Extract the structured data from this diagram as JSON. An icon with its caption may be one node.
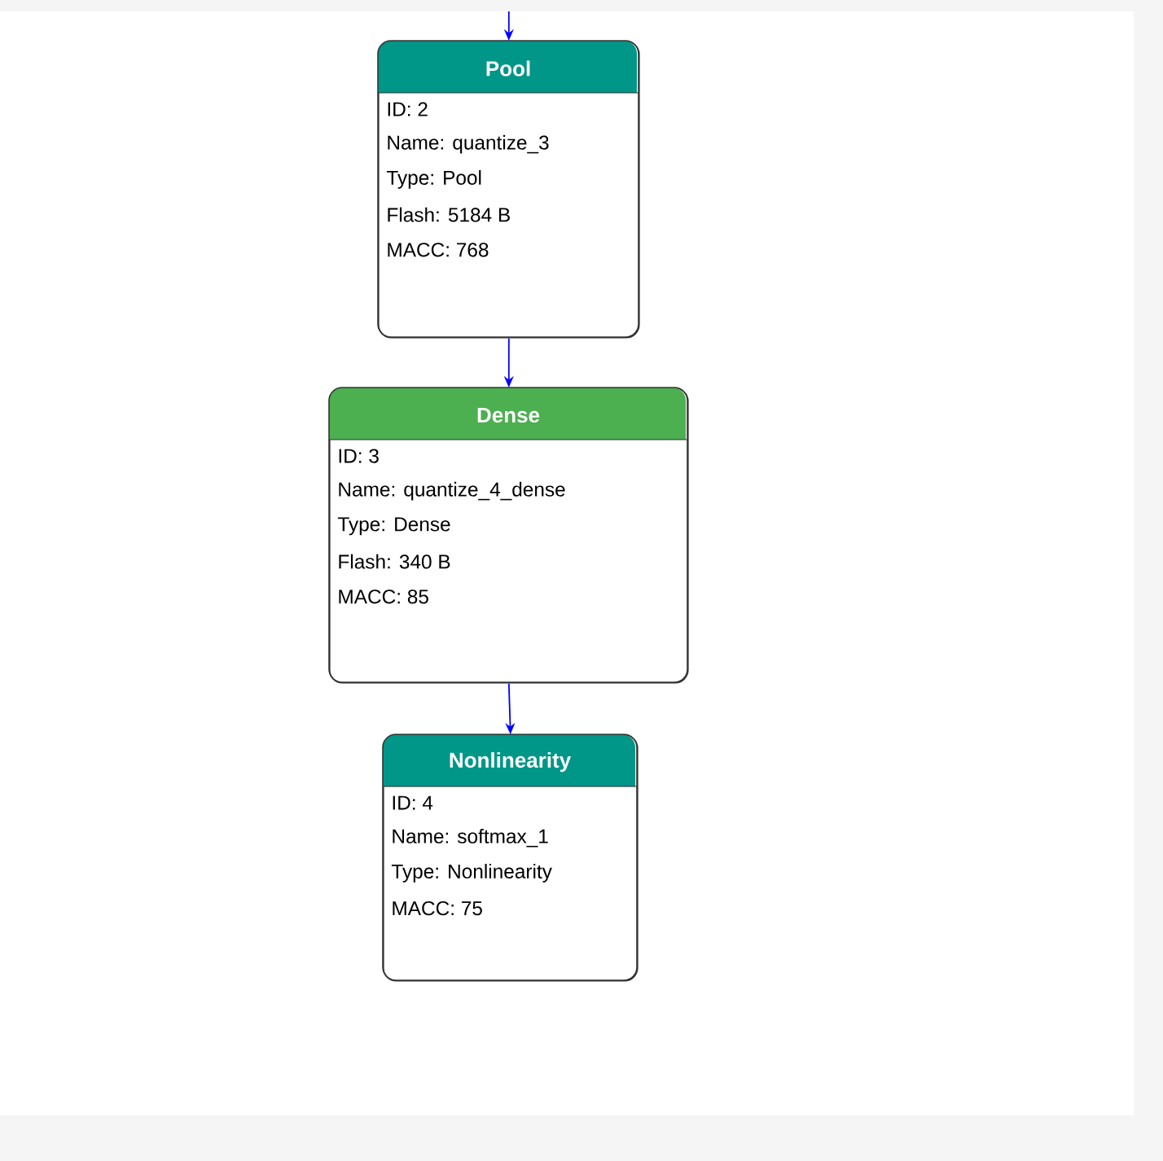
{
  "diagram": {
    "nodes": [
      {
        "text": [
          "Pool",
          "ID: 2",
          "Name: quantize_3",
          "Type: Pool",
          "Flash: 5184 B",
          "MACC: 768"
        ]
      },
      {
        "text": [
          "Dense",
          "ID: 3",
          "Name: quantize_4_dense",
          "Type: Dense",
          "Flash: 340 B",
          "MACC: 85"
        ]
      },
      {
        "text": [
          "Nonlinearity",
          "ID: 4",
          "Name: softmax_1",
          "Type: Nonlinearity",
          "MACC: 75"
        ]
      }
    ],
    "edges": [
      {
        "from": null,
        "to": 0,
        "arrow": "to"
      },
      {
        "from": 0,
        "to": 1,
        "arrow": "to"
      },
      {
        "from": 1,
        "to": 2,
        "arrow": "to"
      }
    ]
  }
}
